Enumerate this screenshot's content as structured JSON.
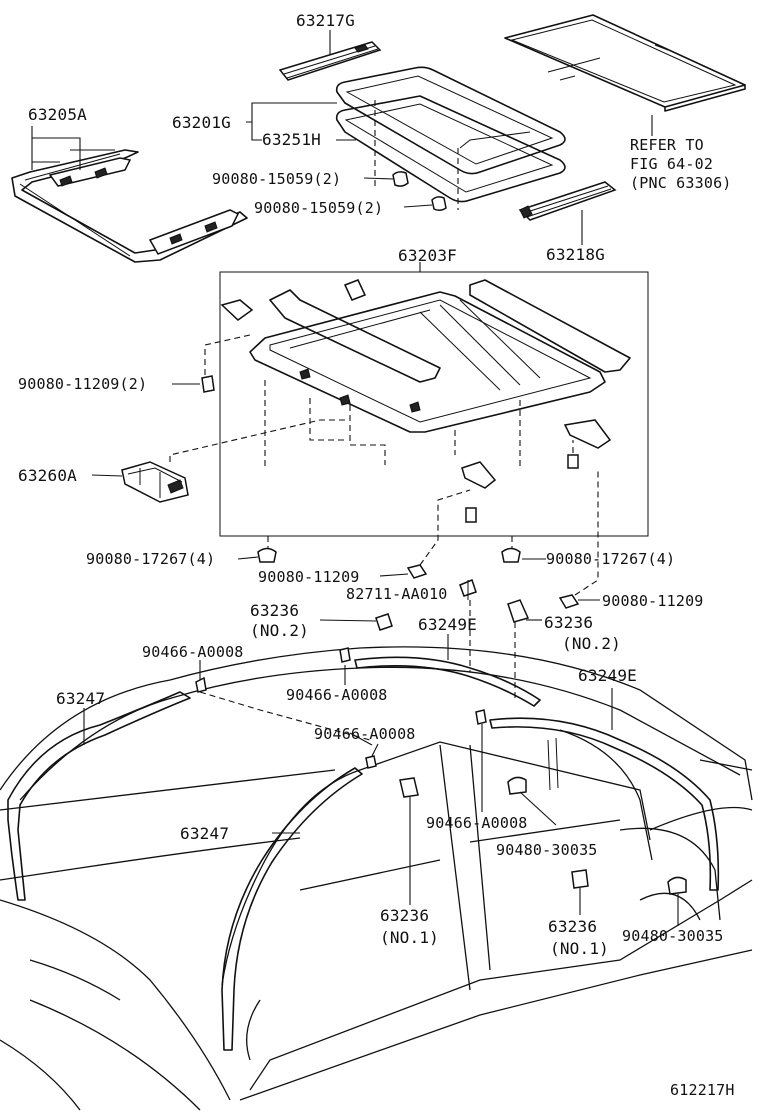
{
  "labels": {
    "p63217g": "63217G",
    "p63205a": "63205A",
    "p63201g": "63201G",
    "p63251h": "63251H",
    "p90080_15059_a": "90080-15059(2)",
    "p90080_15059_b": "90080-15059(2)",
    "refer_line1": "REFER TO",
    "refer_line2": "FIG 64-02",
    "refer_line3": "(PNC 63306)",
    "p63218g": "63218G",
    "p63203f": "63203F",
    "p90080_11209_2": "90080-11209(2)",
    "p63260a": "63260A",
    "p90080_17267_left": "90080-17267(4)",
    "p90080_17267_right": "90080-17267(4)",
    "p90080_11209_mid": "90080-11209",
    "p82711": "82711-AA010",
    "p90080_11209_right": "90080-11209",
    "p63236_no2_left_num": "63236",
    "p63236_no2_left_sub": "(NO.2)",
    "p63249e_left": "63249E",
    "p63236_no2_right_num": "63236",
    "p63236_no2_right_sub": "(NO.2)",
    "p90466_a": "90466-A0008",
    "p63249e_right": "63249E",
    "p63247_top": "63247",
    "p90466_b": "90466-A0008",
    "p90466_c": "90466-A0008",
    "p63247_mid": "63247",
    "p90466_d": "90466-A0008",
    "p90480_30035_mid": "90480-30035",
    "p63236_no1_left_num": "63236",
    "p63236_no1_left_sub": "(NO.1)",
    "p63236_no1_right_num": "63236",
    "p63236_no1_right_sub": "(NO.1)",
    "p90480_30035_right": "90480-30035",
    "figure_id": "612217H"
  },
  "colors": {
    "ink": "#111111",
    "background": "#ffffff"
  }
}
